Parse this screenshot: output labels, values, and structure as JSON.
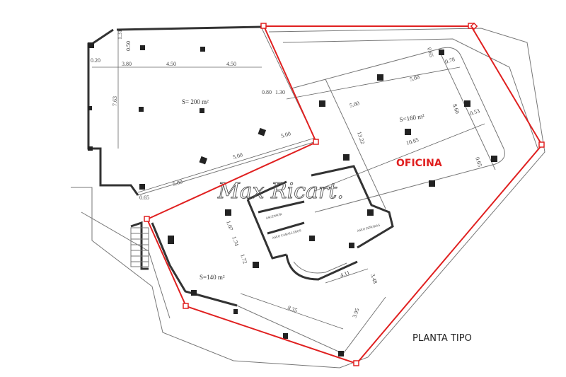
{
  "plan": {
    "zones": [
      {
        "area_label": "S= 200 m²"
      },
      {
        "area_label": "S=160 m²"
      },
      {
        "area_label": "S=140 m²"
      }
    ],
    "dimensions": {
      "d131": "1.31",
      "d050": "0.50",
      "d020": "0.20",
      "d380": "3.80",
      "d450a": "4.50",
      "d450b": "4.50",
      "d763": "7.63",
      "d080": "0.80",
      "d130": "1.30",
      "d500a": "5.00",
      "d500b": "5.00",
      "d500c": "5.00",
      "d065a": "0.65",
      "d065b": "0.65",
      "d078": "0.78",
      "d500d": "5.00",
      "d500e": "5.00",
      "d860": "8.60",
      "d053": "0.53",
      "d1322": "13.22",
      "d1085": "10.85",
      "d065c": "0.65",
      "d107": "1.07",
      "d174": "1.74",
      "d172": "1.72",
      "d411": "4.11",
      "d348": "3.48",
      "d835": "8.35",
      "d395": "3.95"
    },
    "rooms": {
      "ascensor": "ASCENSOR",
      "aseo_caballeros": "ASEO CABALLEROS",
      "aseo_senoras": "ASEO SEÑORAS"
    },
    "watermark": "Max Ricart."
  },
  "annotations": {
    "highlight_label": "OFICINA",
    "plan_title": "PLANTA TIPO",
    "highlight_color": "#e02020"
  }
}
